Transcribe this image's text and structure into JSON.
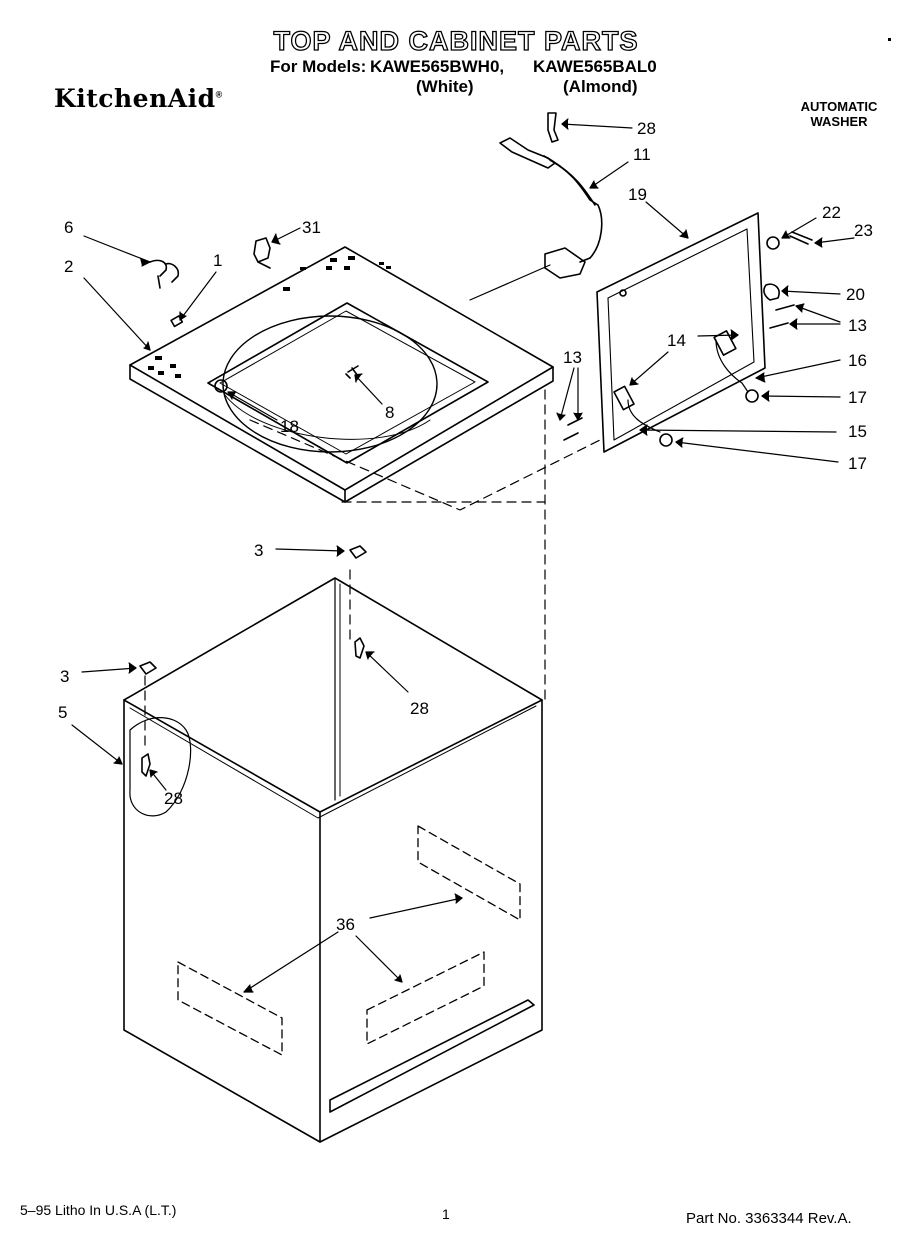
{
  "header": {
    "title": "TOP AND CABINET PARTS",
    "for_models_label": "For Models:",
    "model_1": "KAWE565BWH0,",
    "model_2": "KAWE565BAL0",
    "color_1": "(White)",
    "color_2": "(Almond)",
    "brand": "KitchenAid",
    "product_type_line1": "AUTOMATIC",
    "product_type_line2": "WASHER"
  },
  "callouts": [
    "1",
    "3",
    "3",
    "5",
    "6",
    "8",
    "2",
    "11",
    "13",
    "13",
    "14",
    "15",
    "16",
    "17",
    "17",
    "18",
    "19",
    "20",
    "22",
    "23",
    "28",
    "28",
    "28",
    "31",
    "36"
  ],
  "footer": {
    "print_info": "5–95 Litho In U.S.A (L.T.)",
    "page_number": "1",
    "part_number": "Part No. 3363344 Rev.A."
  },
  "colors": {
    "ink": "#000000",
    "paper": "#ffffff"
  }
}
